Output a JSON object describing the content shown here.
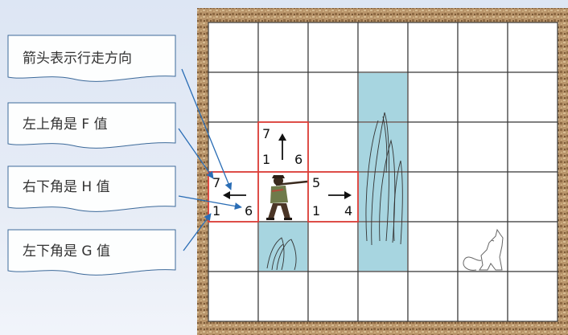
{
  "notes": [
    "箭头表示行走方向",
    "左上角是 F 值",
    "右下角是 H 值",
    "左下角是 G 值"
  ],
  "grid": {
    "cols": 7,
    "rows": 6,
    "water_cells": [
      {
        "col": 3,
        "row": 1
      },
      {
        "col": 3,
        "row": 2
      },
      {
        "col": 3,
        "row": 3
      },
      {
        "col": 3,
        "row": 4
      },
      {
        "col": 1,
        "row": 4
      }
    ],
    "hero_cell": {
      "col": 1,
      "row": 3
    },
    "wolf_cell": {
      "col": 5,
      "row": 4
    }
  },
  "cells": {
    "up": {
      "f": "7",
      "g": "1",
      "h": "6",
      "arrow": "up"
    },
    "left": {
      "f": "7",
      "g": "1",
      "h": "6",
      "arrow": "left"
    },
    "right": {
      "f": "5",
      "g": "1",
      "h": "4",
      "arrow": "right"
    }
  },
  "colors": {
    "highlight_border": "#e0403a",
    "water": "#a7d5e0",
    "pointer": "#2a6db5",
    "frame": "#a8865c"
  }
}
